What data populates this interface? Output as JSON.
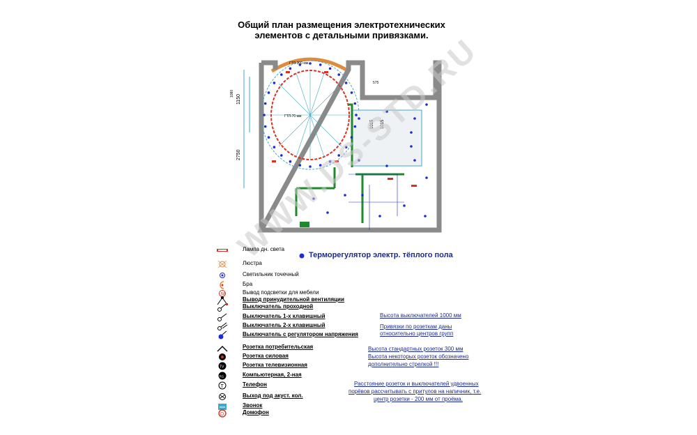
{
  "title": {
    "line1": "Общий план размещения электротехнических",
    "line2": "элементов с детальными привязками."
  },
  "plan": {
    "dims": [
      "1150",
      "2750",
      "1015",
      "1015",
      "575",
      "1080"
    ],
    "labels": [
      "ГТЛ-300 мм",
      "ГТЛ-70 мм"
    ]
  },
  "thermo": "Терморегулятор электр. тёплого пола",
  "legend": [
    {
      "label": "Лампа дн. света",
      "icon": "fluorescent-lamp-icon"
    },
    {
      "label": "Люстра",
      "icon": "chandelier-icon"
    },
    {
      "label": "Светильник точечный",
      "icon": "spotlight-icon"
    },
    {
      "label": "Бра",
      "icon": "wall-lamp-icon"
    },
    {
      "label": "Вывод подсветки для мебели",
      "icon": "furniture-light-icon"
    },
    {
      "label": "Вывод принудительной вентиляции",
      "icon": "ventilation-icon"
    },
    {
      "label": "Выключатель проходной",
      "icon": "pass-switch-icon"
    },
    {
      "label": "Выключатель 1-х клавишный",
      "icon": "switch-1-icon"
    },
    {
      "label": "Выключатель 2-х клавишный",
      "icon": "switch-2-icon"
    },
    {
      "label": "Выключатель с регулятором напряжения",
      "icon": "dimmer-switch-icon"
    },
    {
      "label": "Розетка потребительская",
      "icon": "socket-icon"
    },
    {
      "label": "Розетка силовая",
      "icon": "power-socket-icon"
    },
    {
      "label": "Розетка телевизионная",
      "icon": "tv-socket-icon"
    },
    {
      "label": "Компьютерная, 2-ная",
      "icon": "computer-socket-icon"
    },
    {
      "label": "Телефон",
      "icon": "phone-socket-icon"
    },
    {
      "label": "Выход под акуст. кол.",
      "icon": "speaker-output-icon"
    },
    {
      "label": "Звонок",
      "icon": "bell-icon"
    },
    {
      "label": "Домофон",
      "icon": "intercom-icon"
    }
  ],
  "notes": {
    "n1": "Высота выключателей 1000 мм",
    "n2a": "Привязки по розеткам даны",
    "n2b": "относительно центров групп",
    "n3a": "Высота стандартных розеток 300 мм",
    "n3b": "Высота некоторых розеток обозначено",
    "n3c": "дополнительно стрелкой !!!",
    "n4a": "Расстояние розеток и выключателей удвоенных",
    "n4b": "порёвов рассчитывать с притулов на напичник, т.е.",
    "n4c": "центр розетки - 200 мм от проёма."
  },
  "watermark": "WWW.DS-STD.RU",
  "colors": {
    "wall": "#8a8a8a",
    "spot": "#1c2bd6",
    "accent": "#d93020",
    "green": "#1f8a2a",
    "orange": "#e08a3c",
    "cyan": "#3fa9c8"
  }
}
